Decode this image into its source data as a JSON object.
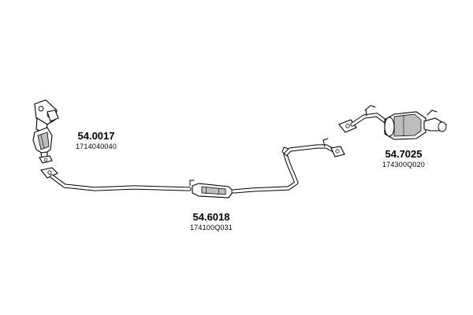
{
  "parts": [
    {
      "part_number": "54.0017",
      "oem_code": "1714040040"
    },
    {
      "part_number": "54.6018",
      "oem_code": "174100Q031"
    },
    {
      "part_number": "54.7025",
      "oem_code": "174300Q020"
    }
  ]
}
